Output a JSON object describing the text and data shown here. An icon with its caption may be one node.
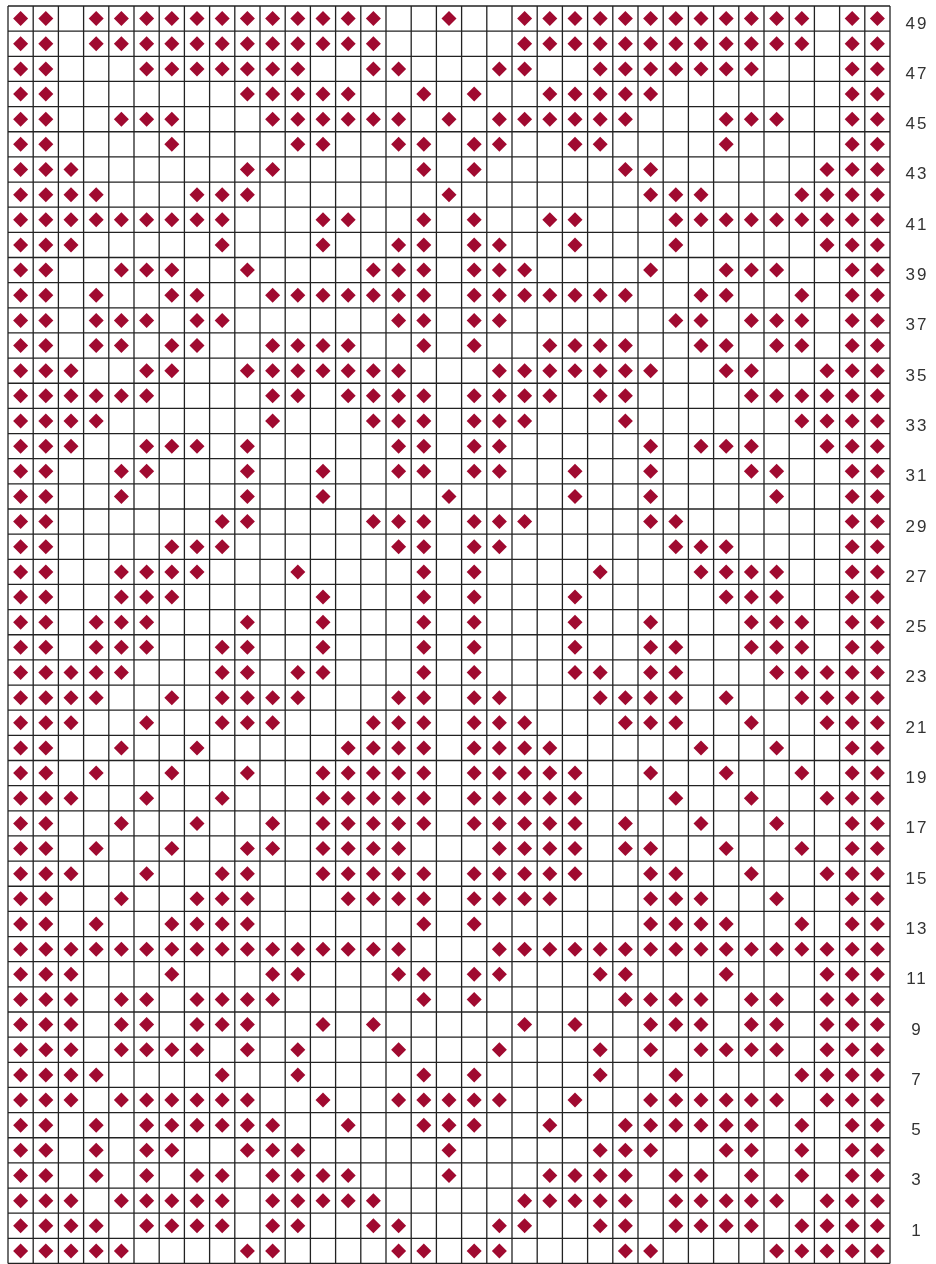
{
  "diagram": {
    "labels": [
      "49",
      "47",
      "45",
      "43",
      "41",
      "39",
      "37",
      "35",
      "33",
      "31",
      "29",
      "27",
      "25",
      "23",
      "21",
      "19",
      "17",
      "15",
      "13",
      "11",
      "9",
      "7",
      "5",
      "3",
      "1"
    ]
  }
}
